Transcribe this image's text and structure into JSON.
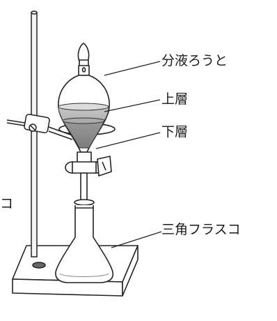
{
  "diagram": {
    "labels": {
      "separatory_funnel": "分液ろうと",
      "upper_layer": "上層",
      "lower_layer": "下層",
      "erlenmeyer_flask": "三角フラスコ",
      "cut_left_text": "コ"
    }
  }
}
